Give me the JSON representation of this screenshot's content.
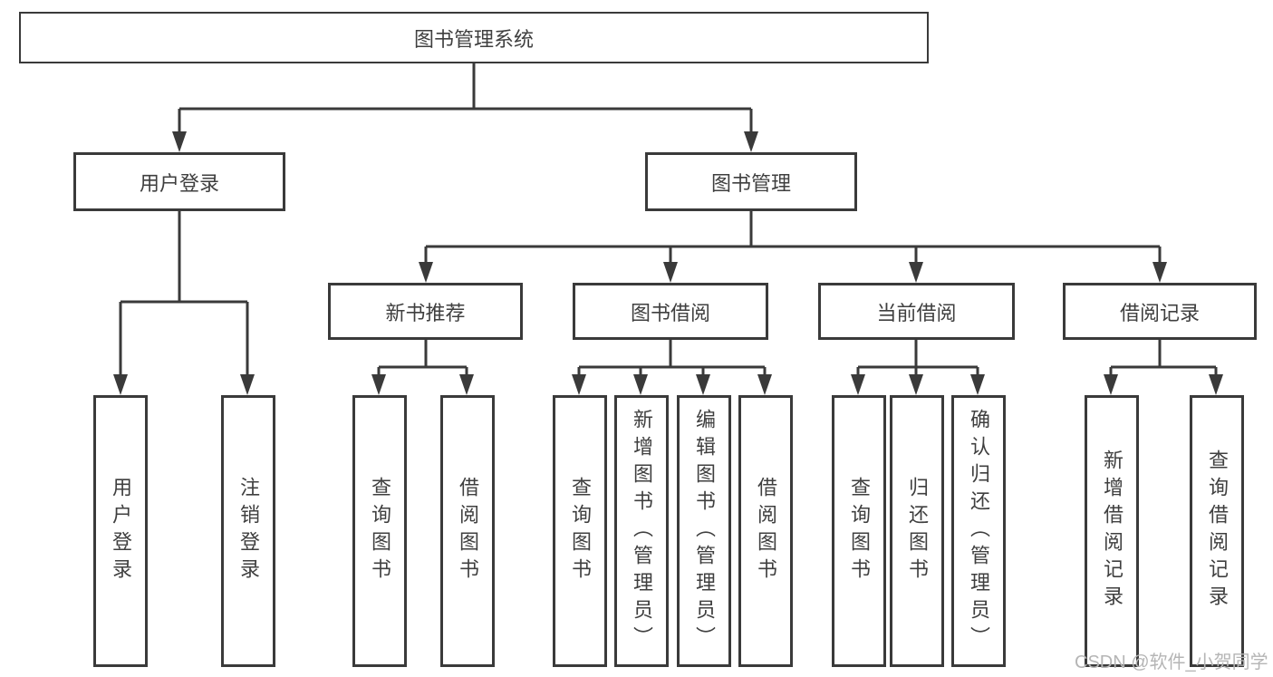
{
  "root": {
    "label": "图书管理系统"
  },
  "userLogin": {
    "label": "用户登录",
    "children": [
      {
        "label": "用户登录"
      },
      {
        "label": "注销登录"
      }
    ]
  },
  "bookMgmt": {
    "label": "图书管理",
    "modules": [
      {
        "label": "新书推荐",
        "children": [
          {
            "label": "查询图书"
          },
          {
            "label": "借阅图书"
          }
        ]
      },
      {
        "label": "图书借阅",
        "children": [
          {
            "label": "查询图书"
          },
          {
            "label": "新增图书（管理员）"
          },
          {
            "label": "编辑图书（管理员）"
          },
          {
            "label": "借阅图书"
          }
        ]
      },
      {
        "label": "当前借阅",
        "children": [
          {
            "label": "查询图书"
          },
          {
            "label": "归还图书"
          },
          {
            "label": "确认归还（管理员）"
          }
        ]
      },
      {
        "label": "借阅记录",
        "children": [
          {
            "label": "新增借阅记录"
          },
          {
            "label": "查询借阅记录"
          }
        ]
      }
    ]
  },
  "watermark": {
    "text": "CSDN @软件_小贺同学"
  },
  "colors": {
    "line": "#3a3a3a",
    "text": "#3f3f3f",
    "watermark": "#b5b5b5",
    "background": "#ffffff"
  }
}
